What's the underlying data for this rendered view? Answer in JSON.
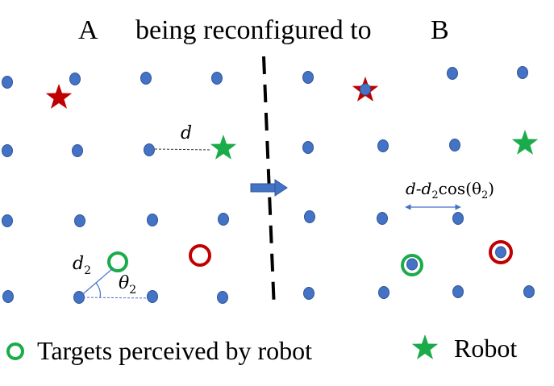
{
  "header": {
    "left_label": "A",
    "middle_label": "being reconfigured to",
    "right_label": "B"
  },
  "annotations": {
    "distance": "d",
    "distance2_base": "d",
    "distance2_sub": "2",
    "angle_base": "θ",
    "angle_sub": "2",
    "formula_prefix": "d-d",
    "formula_sub": "2",
    "formula_suffix": "cos(θ",
    "formula_sub2": "2",
    "formula_end": ")"
  },
  "legend": {
    "targets_label": "Targets perceived by robot",
    "robot_label": "Robot"
  },
  "colors": {
    "point_fill": "#4472c4",
    "point_stroke": "#2f5597",
    "robot_star": "#1aab4a",
    "target_star": "#c00000",
    "target_circle_green": "#1aab4a",
    "target_circle_red": "#c00000",
    "divider": "#000000",
    "arrow": "#4472c4"
  }
}
